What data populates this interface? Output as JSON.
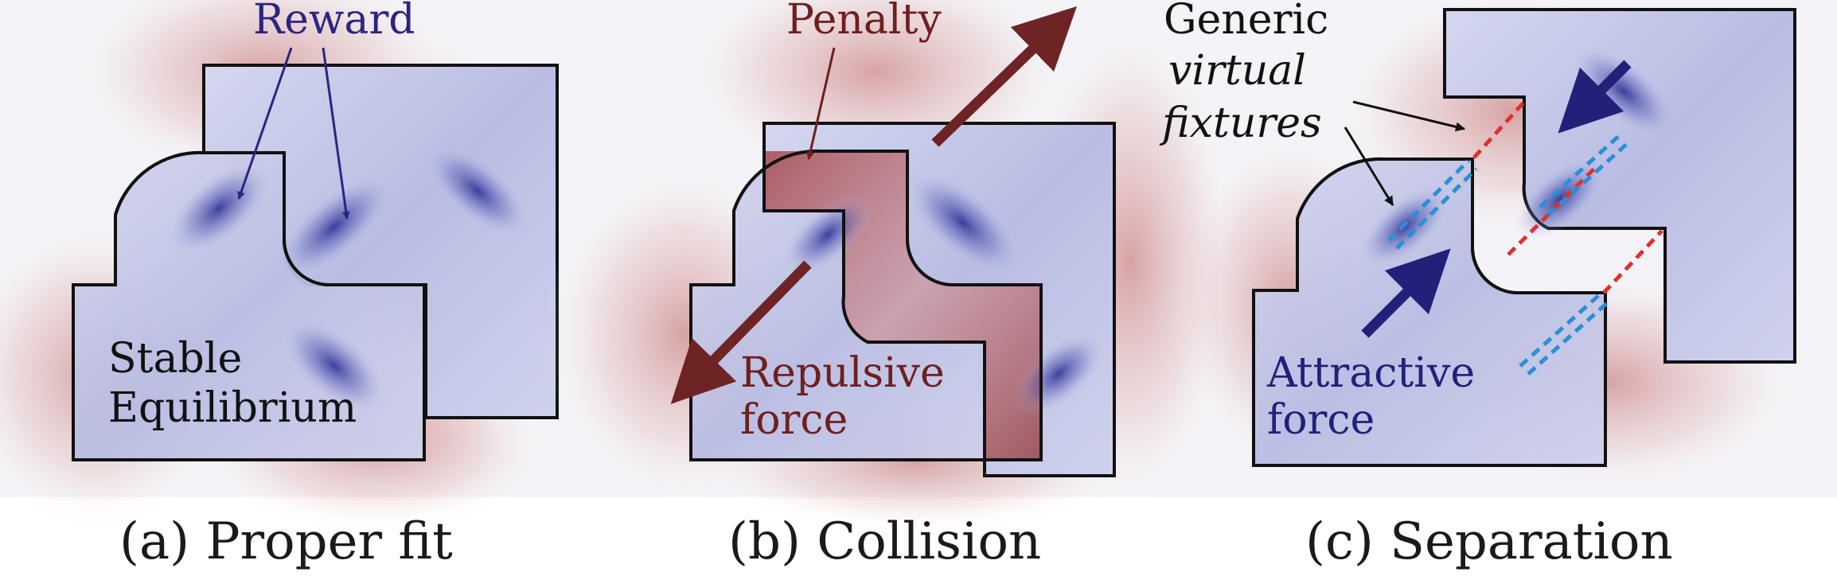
{
  "panels": [
    {
      "caption": "(a) Proper fit",
      "labels": {
        "reward": "Reward",
        "stable_line1": "Stable",
        "stable_line2": "Equilibrium"
      }
    },
    {
      "caption": "(b) Collision",
      "labels": {
        "penalty": "Penalty",
        "repulsive_line1": "Repulsive",
        "repulsive_line2": "force"
      }
    },
    {
      "caption": "(c) Separation",
      "labels": {
        "generic_line1": "Generic",
        "generic_line2": "virtual",
        "generic_line3": "fixtures",
        "attractive_line1": "Attractive",
        "attractive_line2": "force"
      }
    }
  ],
  "colors": {
    "reward_field": "#3a3fa8",
    "penalty_field": "#a63a3a",
    "piece_fill": "#c9cde8",
    "outline": "#111111",
    "reward_text": "#2b2580",
    "penalty_text": "#6e1f1f",
    "repulsive_arrow": "#6e2424",
    "attractive_arrow": "#23207a",
    "fixture_red": "#e03030",
    "fixture_blue": "#2a8fd6"
  }
}
